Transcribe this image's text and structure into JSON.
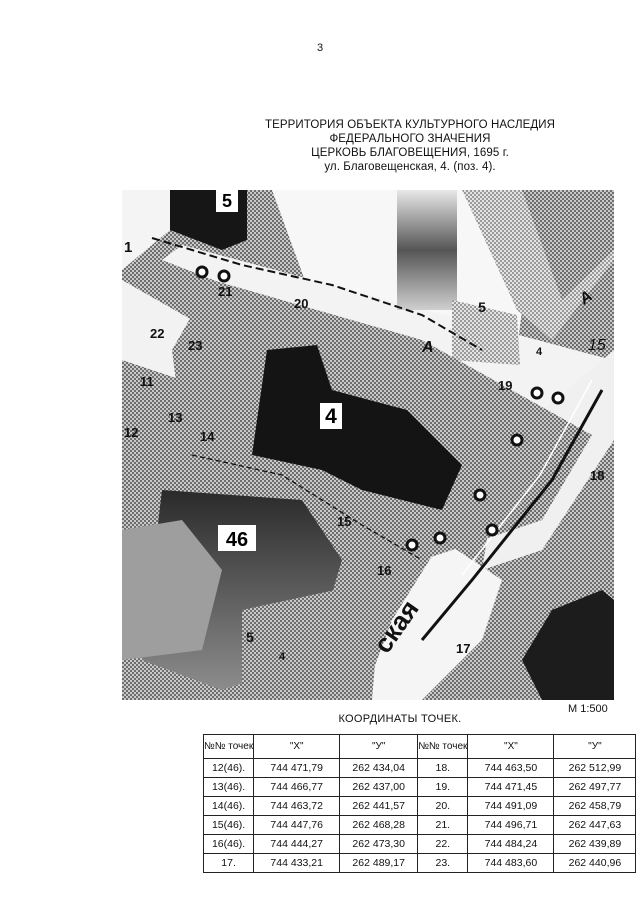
{
  "page_number": "3",
  "title": {
    "line1": "ТЕРРИТОРИЯ ОБЪЕКТА КУЛЬТУРНОГО НАСЛЕДИЯ",
    "line2": "ФЕДЕРАЛЬНОГО ЗНАЧЕНИЯ",
    "line3": "ЦЕРКОВЬ БЛАГОВЕЩЕНИЯ, 1695 г.",
    "line4": "ул. Благовещенская, 4.  (поз. 4)."
  },
  "map": {
    "building_labels": [
      "5",
      "4",
      "46",
      "5",
      "5",
      "4",
      "4"
    ],
    "point_labels": [
      "21",
      "20",
      "22",
      "23",
      "19",
      "13",
      "12",
      "14",
      "15",
      "16",
      "17",
      "18",
      "11",
      "1"
    ],
    "street_labels": [
      "ская",
      "А",
      "А",
      "15"
    ]
  },
  "scale": "М   1:500",
  "table": {
    "title": "КООРДИНАТЫ  ТОЧЕК.",
    "headers": [
      "№№ точек",
      "\"Х\"",
      "\"У\"",
      "№№ точек",
      "\"Х\"",
      "\"У\""
    ],
    "rows": [
      [
        "12(46).",
        "744 471,79",
        "262 434,04",
        "18.",
        "744 463,50",
        "262 512,99"
      ],
      [
        "13(46).",
        "744 466,77",
        "262 437,00",
        "19.",
        "744 471,45",
        "262 497,77"
      ],
      [
        "14(46).",
        "744 463,72",
        "262 441,57",
        "20.",
        "744 491,09",
        "262 458,79"
      ],
      [
        "15(46).",
        "744 447,76",
        "262 468,28",
        "21.",
        "744 496,71",
        "262 447,63"
      ],
      [
        "16(46).",
        "744 444,27",
        "262 473,30",
        "22.",
        "744 484,24",
        "262 439,89"
      ],
      [
        "17.",
        "744 433,21",
        "262 489,17",
        "23.",
        "744 483,60",
        "262 440,96"
      ]
    ]
  }
}
